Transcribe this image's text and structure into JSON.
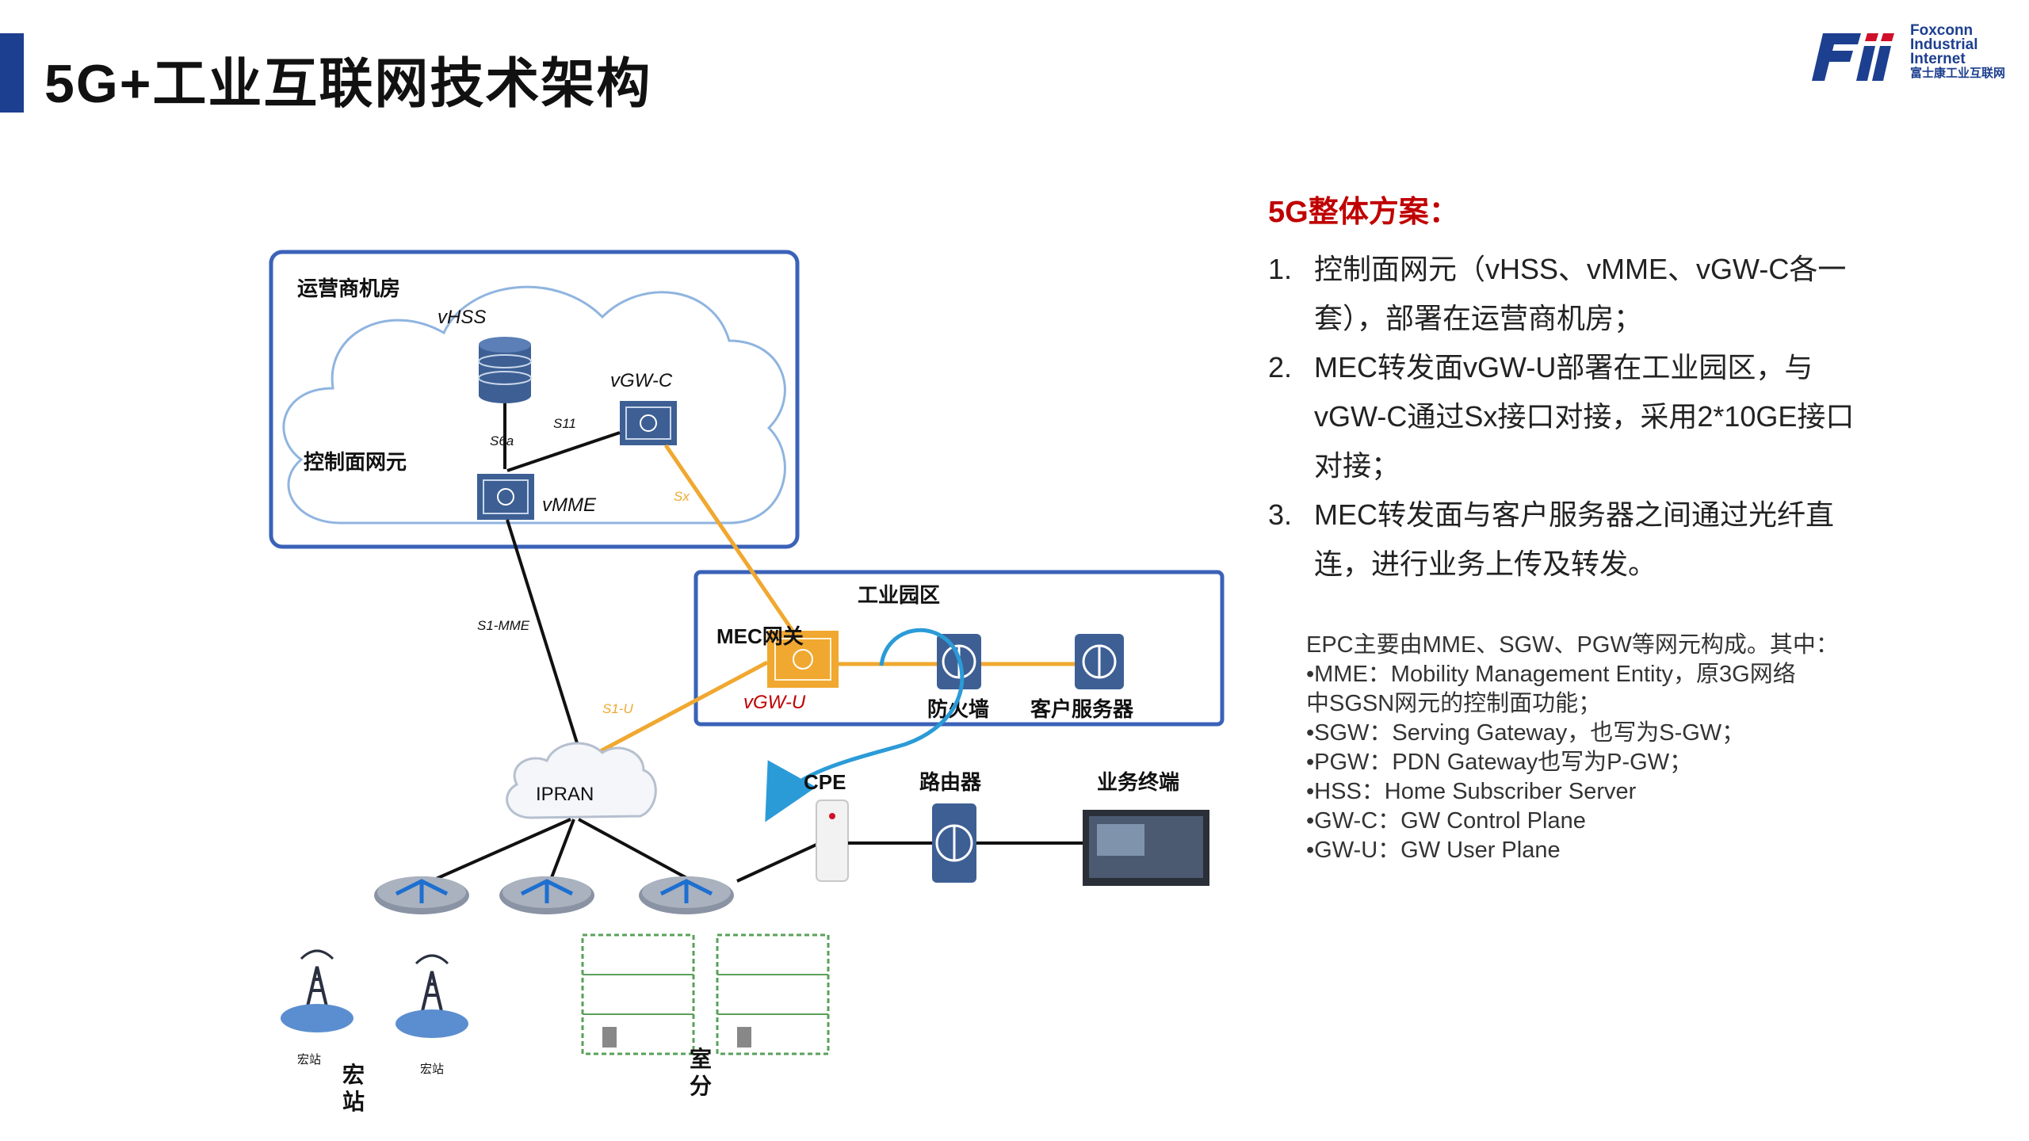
{
  "title": "5G+工业互联网技术架构",
  "logo": {
    "line1": "Foxconn",
    "line2": "Industrial",
    "line3": "Internet",
    "line4": "富士康工业互联网",
    "brand_color": "#1d3f8f"
  },
  "diagram": {
    "operator_room_label": "运营商机房",
    "control_plane_label": "控制面网元",
    "vhss_label": "vHSS",
    "vgwc_label": "vGW-C",
    "vmme_label": "vMME",
    "s6a_label": "S6a",
    "s11_label": "S11",
    "sx_label": "Sx",
    "s1mme_label": "S1-MME",
    "s1u_label": "S1-U",
    "industrial_park_label": "工业园区",
    "mec_gateway_label": "MEC网关",
    "vgwu_label": "vGW-U",
    "firewall_label": "防火墙",
    "customer_server_label": "客户服务器",
    "ipran_label": "IPRAN",
    "cpe_label": "CPE",
    "router_label": "路由器",
    "terminal_label": "业务终端",
    "macro_small_1": "宏站",
    "macro_small_2": "宏站",
    "macro_label_1": "宏",
    "macro_label_2": "站",
    "indoor_label_1": "室",
    "indoor_label_2": "分",
    "colors": {
      "frame_blue": "#3a62b8",
      "orange": "#f0a830",
      "loop_blue": "#2b9bd8",
      "device_blue": "#3d5f94",
      "label_red": "#c00000"
    }
  },
  "panel": {
    "heading": "5G整体方案：",
    "items": [
      {
        "num": "1.",
        "text": "控制面网元（vHSS、vMME、vGW-C各一套），部署在运营商机房；"
      },
      {
        "num": "2.",
        "text": "MEC转发面vGW-U部署在工业园区，与vGW-C通过Sx接口对接，采用2*10GE接口对接；"
      },
      {
        "num": "3.",
        "text": "MEC转发面与客户服务器之间通过光纤直连，进行业务上传及转发。"
      }
    ]
  },
  "notes": [
    "EPC主要由MME、SGW、PGW等网元构成。其中：",
    "•MME：Mobility Management Entity，原3G网络",
    "中SGSN网元的控制面功能；",
    "•SGW：Serving Gateway，也写为S-GW；",
    "•PGW：PDN Gateway也写为P-GW；",
    "•HSS：Home Subscriber Server",
    "•GW-C：GW Control Plane",
    "•GW-U：GW User Plane"
  ]
}
